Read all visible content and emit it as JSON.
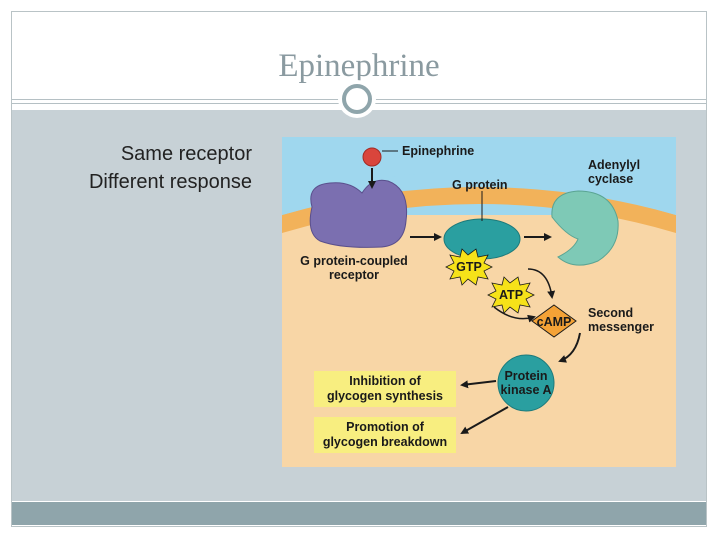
{
  "slide": {
    "title": "Epinephrine",
    "bullets": [
      "Same receptor",
      "Different response"
    ]
  },
  "diagram": {
    "labels": {
      "epinephrine": "Epinephrine",
      "g_protein": "G protein",
      "adenylyl_line1": "Adenylyl",
      "adenylyl_line2": "cyclase",
      "receptor_line1": "G protein-coupled",
      "receptor_line2": "receptor",
      "gtp": "GTP",
      "atp": "ATP",
      "camp": "cAMP",
      "second_line1": "Second",
      "second_line2": "messenger",
      "pka_line1": "Protein",
      "pka_line2": "kinase A",
      "inhibition_line1": "Inhibition of",
      "inhibition_line2": "glycogen synthesis",
      "promotion_line1": "Promotion of",
      "promotion_line2": "glycogen breakdown"
    },
    "colors": {
      "extracellular": "#9fd7ee",
      "cytoplasm": "#f8d6a6",
      "membrane": "#f2b25a",
      "receptor": "#7b6fb0",
      "g_protein": "#2a9fa0",
      "adenylyl": "#7ec9b6",
      "epinephrine": "#d9453c",
      "starburst": "#f6e219",
      "camp": "#f4a236",
      "result_box": "#f8ee80"
    }
  }
}
